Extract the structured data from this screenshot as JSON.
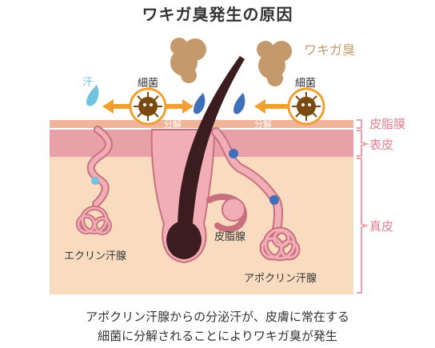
{
  "title": "ワキガ臭発生の原因",
  "labels": {
    "odor": "ワキガ臭",
    "sweat": "汗",
    "bacteria_left": "細菌",
    "bacteria_right": "細菌",
    "decompose_left": "分解",
    "decompose_right": "分解",
    "sebum_membrane": "皮脂膜",
    "epidermis": "表皮",
    "dermis": "真皮",
    "sebaceous_gland": "皮脂腺",
    "eccrine_gland": "エクリン汗腺",
    "apocrine_gland": "アポクリン汗腺"
  },
  "caption": {
    "line1": "アポクリン汗腺からの分泌汗が、皮膚に常在する",
    "line2": "細菌に分解されることによりワキガ臭が発生"
  },
  "colors": {
    "sebum": "#f0b49a",
    "epidermis": "#e9a1a9",
    "dermis": "#f9dcc0",
    "gland_pink": "#f2aeb6",
    "gland_outline": "#c9707f",
    "hair": "#3b1d1f",
    "odor_cloud": "#c49a6c",
    "bacteria": "#7a4a10",
    "arrow": "#f0a030",
    "sweat_drop": "#6fc3e0",
    "apocrine_drop": "#3f6fb8",
    "bracket_label": "#e07f8f"
  }
}
